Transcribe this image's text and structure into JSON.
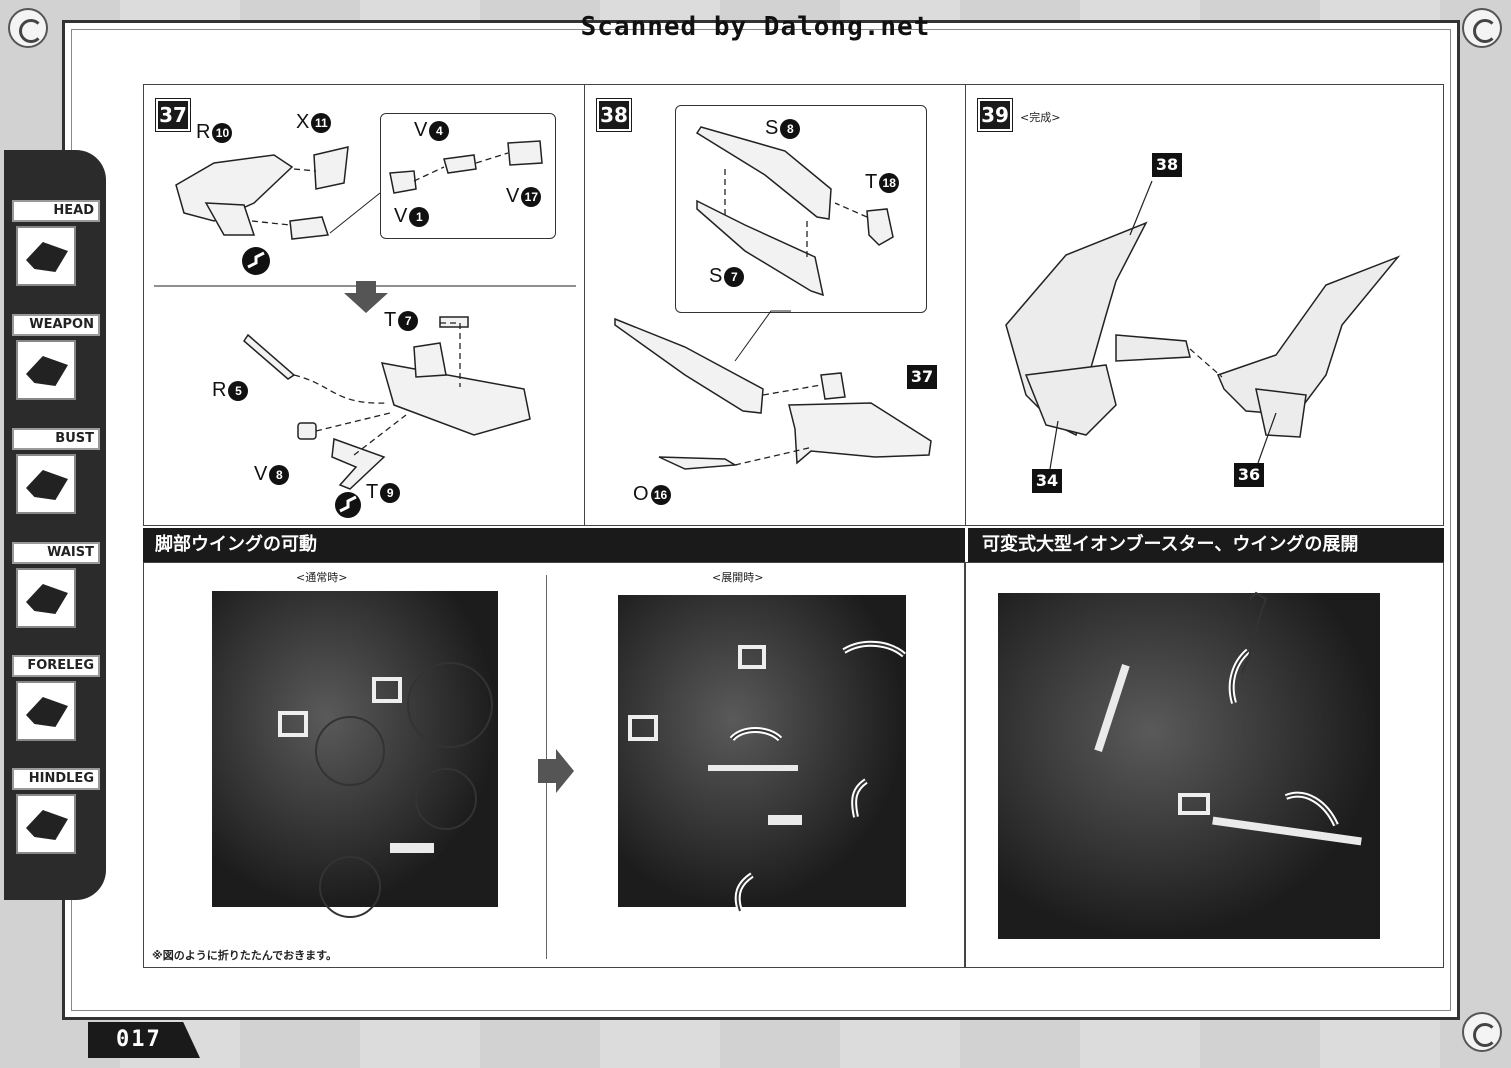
{
  "watermark": "Scanned by Dalong.net",
  "page_number": "017",
  "sidebar": {
    "items": [
      {
        "label": "HEAD"
      },
      {
        "label": "WEAPON"
      },
      {
        "label": "BUST"
      },
      {
        "label": "WAIST"
      },
      {
        "label": "FORELEG"
      },
      {
        "label": "HINDLEG"
      }
    ]
  },
  "step37": {
    "number": "37",
    "parts": [
      {
        "letter": "R",
        "num": "10"
      },
      {
        "letter": "X",
        "num": "11"
      },
      {
        "letter": "V",
        "num": "4"
      },
      {
        "letter": "V",
        "num": "17"
      },
      {
        "letter": "V",
        "num": "1"
      },
      {
        "letter": "T",
        "num": "7"
      },
      {
        "letter": "R",
        "num": "5"
      },
      {
        "letter": "V",
        "num": "8"
      },
      {
        "letter": "T",
        "num": "9"
      }
    ]
  },
  "step38": {
    "number": "38",
    "parts": [
      {
        "letter": "S",
        "num": "8"
      },
      {
        "letter": "T",
        "num": "18"
      },
      {
        "letter": "S",
        "num": "7"
      },
      {
        "letter": "O",
        "num": "16"
      }
    ],
    "callout": "37"
  },
  "step39": {
    "number": "39",
    "caption": "<完成>",
    "callouts": [
      "38",
      "34",
      "36"
    ]
  },
  "section_left": {
    "title": "脚部ウイングの可動",
    "label_normal": "<通常時>",
    "label_deployed": "<展開時>",
    "note": "※図のように折りたたんでおきます。"
  },
  "section_right": {
    "title": "可変式大型イオンブースター、ウイングの展開"
  }
}
